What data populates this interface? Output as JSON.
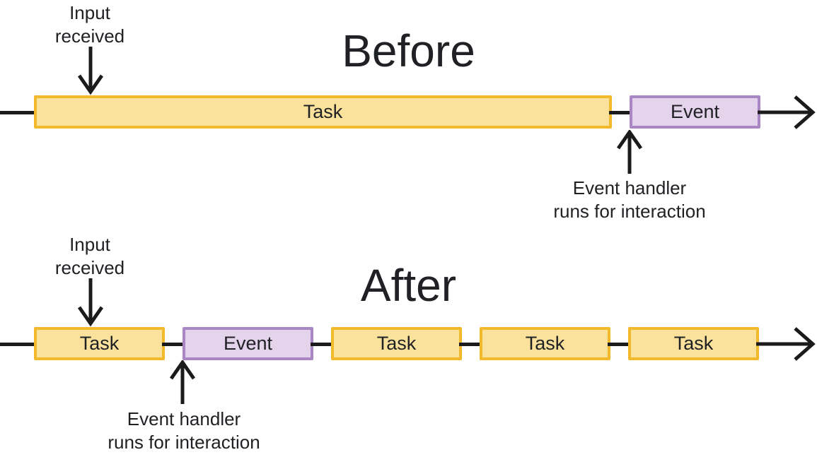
{
  "colors": {
    "text": "#202124",
    "line": "#1b1b1b",
    "task_fill": "#FAE29C",
    "task_border": "#F1B92B",
    "event_fill": "#E3D4EC",
    "event_border": "#A987C5"
  },
  "before": {
    "title": "Before",
    "input_label": "Input\nreceived",
    "handler_label": "Event handler\nruns for interaction",
    "blocks": [
      {
        "type": "task",
        "label": "Task"
      },
      {
        "type": "event",
        "label": "Event"
      }
    ]
  },
  "after": {
    "title": "After",
    "input_label": "Input\nreceived",
    "handler_label": "Event handler\nruns for interaction",
    "blocks": [
      {
        "type": "task",
        "label": "Task"
      },
      {
        "type": "event",
        "label": "Event"
      },
      {
        "type": "task",
        "label": "Task"
      },
      {
        "type": "task",
        "label": "Task"
      },
      {
        "type": "task",
        "label": "Task"
      }
    ]
  }
}
